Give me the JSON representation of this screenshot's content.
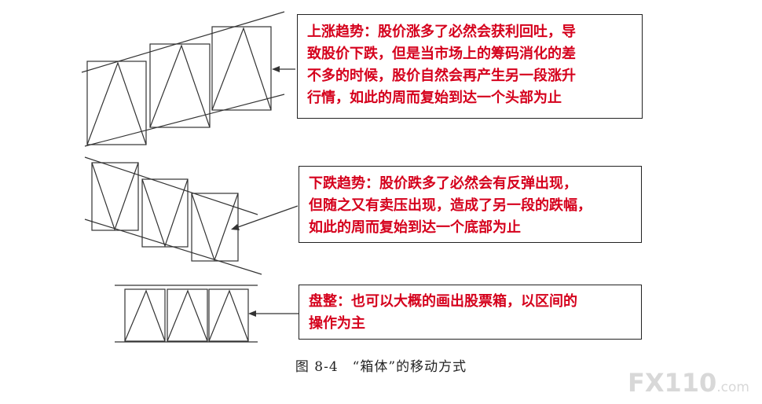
{
  "callouts": {
    "uptrend": "上涨趋势：股价涨多了必然会获利回吐，导\n致股价下跌，但是当市场上的筹码消化的差\n不多的时候，股价自然会再产生另一段涨升\n行情，如此的周而复始到达一个头部为止",
    "downtrend": "下跌趋势：股价跌多了必然会有反弹出现，\n但随之又有卖压出现，造成了另一段的跌幅，\n如此的周而复始到达一个底部为止",
    "consolidation": "盘整：也可以大概的画出股票箱，以区间的\n操作为主"
  },
  "caption": "图 8-4　“箱体”的移动方式",
  "watermark": {
    "main": "FX110",
    "suffix": ".com"
  },
  "colors": {
    "callout_text": "#d5001c",
    "line": "#333333",
    "border": "#222222"
  }
}
